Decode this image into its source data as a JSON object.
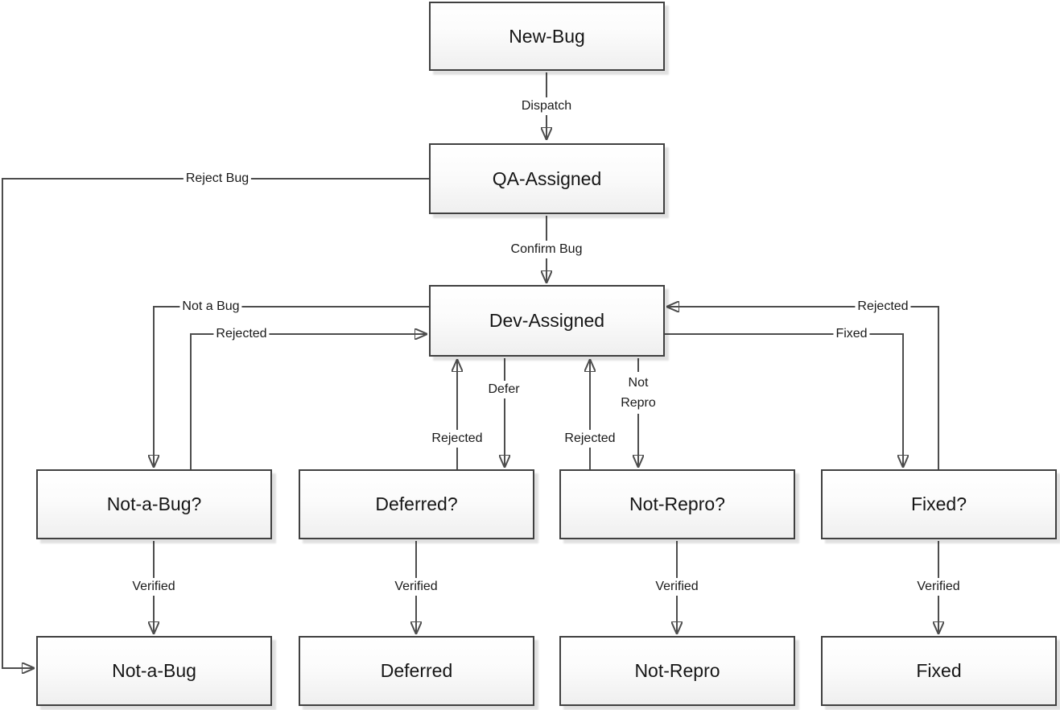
{
  "colors": {
    "background": "#ffffff",
    "line": "#4d4d4d",
    "node_border": "#404040",
    "node_fill_top": "#ffffff",
    "node_fill_bottom": "#efefef",
    "text": "#161616"
  },
  "nodes": {
    "new_bug": {
      "label": "New-Bug"
    },
    "qa_assigned": {
      "label": "QA-Assigned"
    },
    "dev_assigned": {
      "label": "Dev-Assigned"
    },
    "not_a_bug_check": {
      "label": "Not-a-Bug?"
    },
    "deferred_check": {
      "label": "Deferred?"
    },
    "not_repro_check": {
      "label": "Not-Repro?"
    },
    "fixed_check": {
      "label": "Fixed?"
    },
    "not_a_bug": {
      "label": "Not-a-Bug"
    },
    "deferred": {
      "label": "Deferred"
    },
    "not_repro": {
      "label": "Not-Repro"
    },
    "fixed": {
      "label": "Fixed"
    }
  },
  "edge_labels": {
    "dispatch": "Dispatch",
    "confirm_bug": "Confirm Bug",
    "reject_bug": "Reject Bug",
    "not_a_bug": "Not a Bug",
    "rejected_from_not_a_bug": "Rejected",
    "defer": "Defer",
    "rejected_from_deferred": "Rejected",
    "not_repro": "Not Repro",
    "rejected_from_not_repro": "Rejected",
    "rejected_from_fixed": "Rejected",
    "fixed": "Fixed",
    "verified_not_a_bug": "Verified",
    "verified_deferred": "Verified",
    "verified_not_repro": "Verified",
    "verified_fixed": "Verified"
  }
}
